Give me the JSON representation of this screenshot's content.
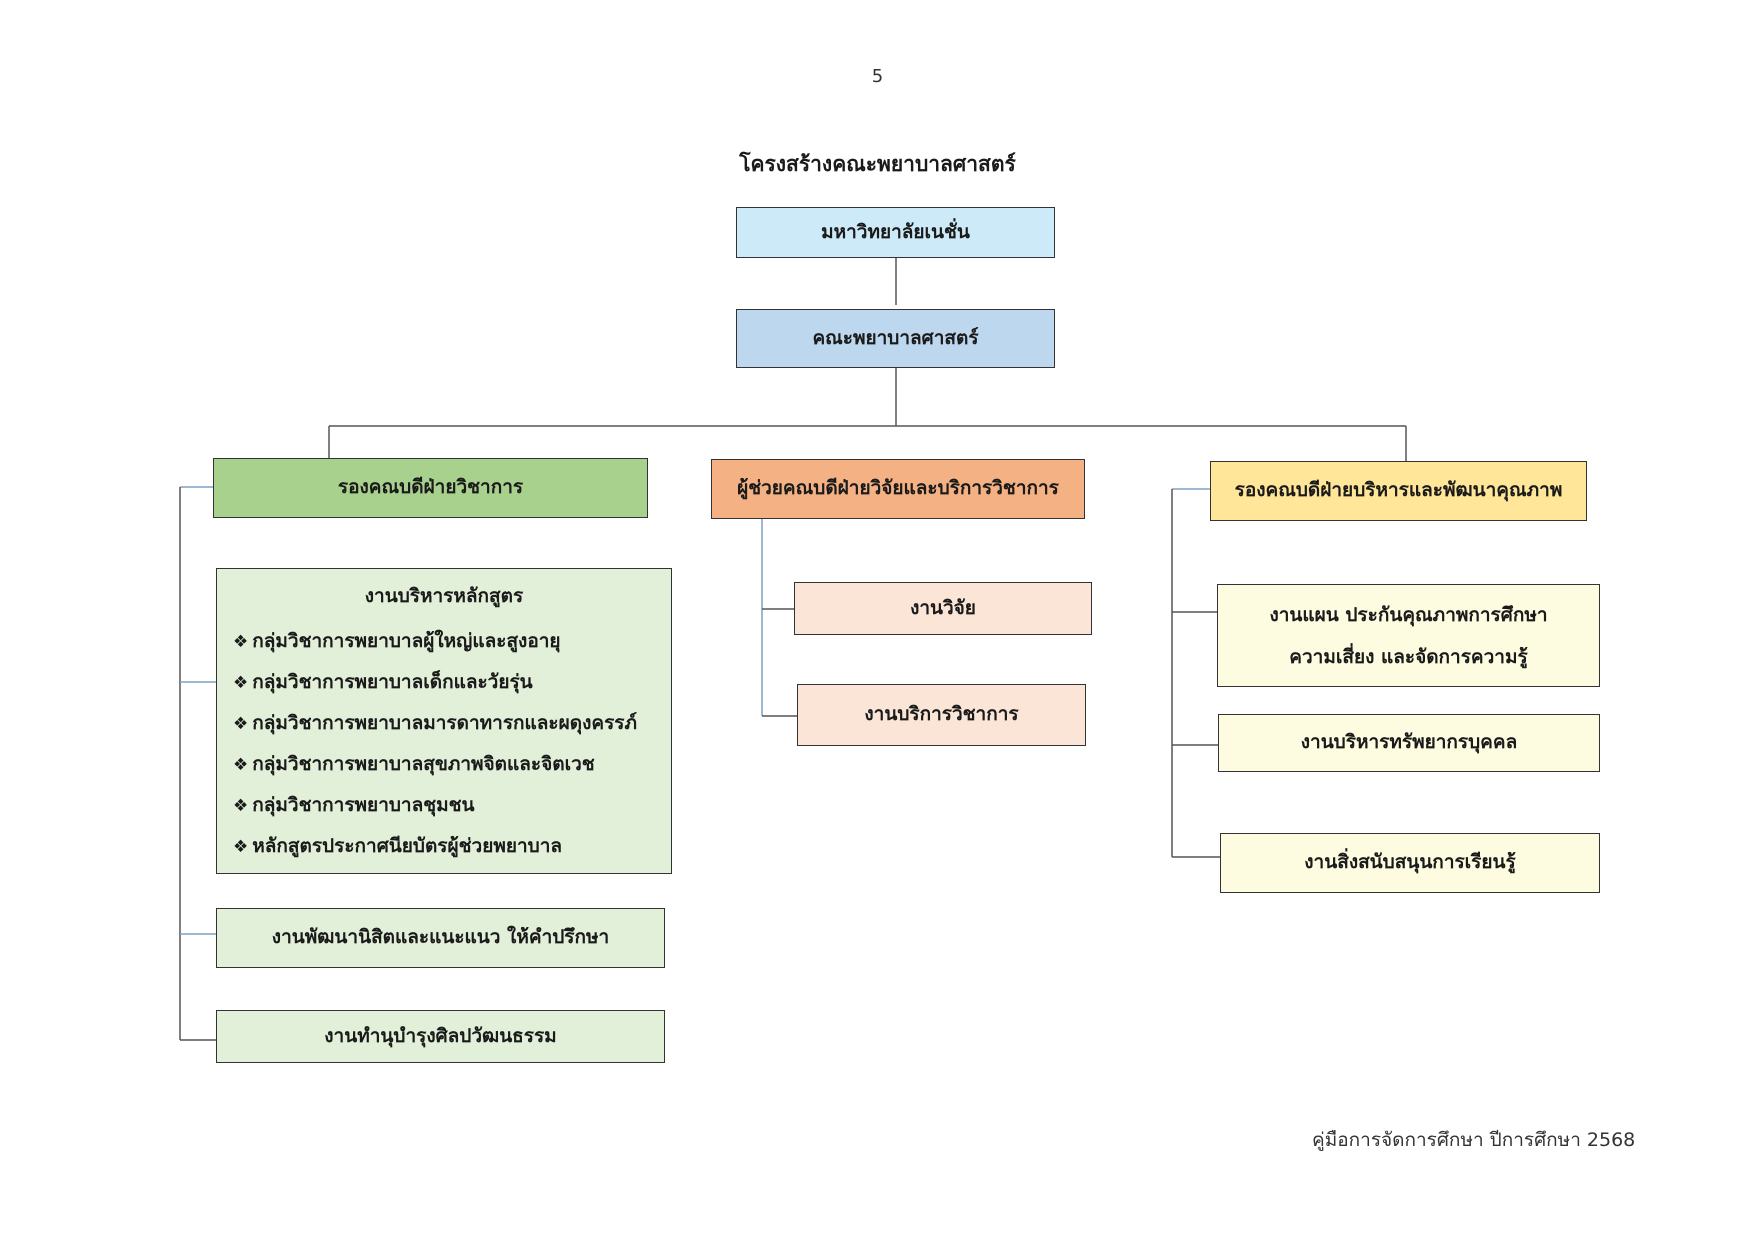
{
  "page_number": "5",
  "title": "โครงสร้างคณะพยาบาลศาสตร์",
  "colors": {
    "university": "#cdeaf9",
    "faculty": "#bdd7ee",
    "academic": "#a9d18e",
    "academic_light": "#e2efd9",
    "research": "#f4b183",
    "research_light": "#fbe5d6",
    "admin": "#ffe699",
    "admin_light": "#fdfce1"
  },
  "nodes": {
    "university": "มหาวิทยาลัยเนชั่น",
    "faculty": "คณะพยาบาลศาสตร์",
    "academic_vice_dean": "รองคณบดีฝ่ายวิชาการ",
    "research_assistant_dean": "ผู้ช่วยคณบดีฝ่ายวิจัยและบริการวิชาการ",
    "admin_vice_dean": "รองคณบดีฝ่ายบริหารและพัฒนาคุณภาพ"
  },
  "academic_units": {
    "curriculum": {
      "title": "งานบริหารหลักสูตร",
      "bullet": "❖",
      "items": [
        "กลุ่มวิชาการพยาบาลผู้ใหญ่และสูงอายุ",
        "กลุ่มวิชาการพยาบาลเด็กและวัยรุ่น",
        "กลุ่มวิชาการพยาบาลมารดาทารกและผดุงครรภ์",
        "กลุ่มวิชาการพยาบาลสุขภาพจิตและจิตเวช",
        "กลุ่มวิชาการพยาบาลชุมชน",
        "หลักสูตรประกาศนียบัตรผู้ช่วยพยาบาล"
      ]
    },
    "student_development": "งานพัฒนานิสิตและแนะแนว ให้คำปรึกษา",
    "culture": "งานทำนุบำรุงศิลปวัฒนธรรม"
  },
  "research_units": {
    "research": "งานวิจัย",
    "academic_service": "งานบริการวิชาการ"
  },
  "admin_units": {
    "planning_line1": "งานแผน ประกันคุณภาพการศึกษา",
    "planning_line2": "ความเสี่ยง และจัดการความรู้",
    "human_resources": "งานบริหารทรัพยากรบุคคล",
    "learning_support": "งานสิ่งสนับสนุนการเรียนรู้"
  },
  "footer": "คู่มือการจัดการศึกษา ปีการศึกษา 2568"
}
